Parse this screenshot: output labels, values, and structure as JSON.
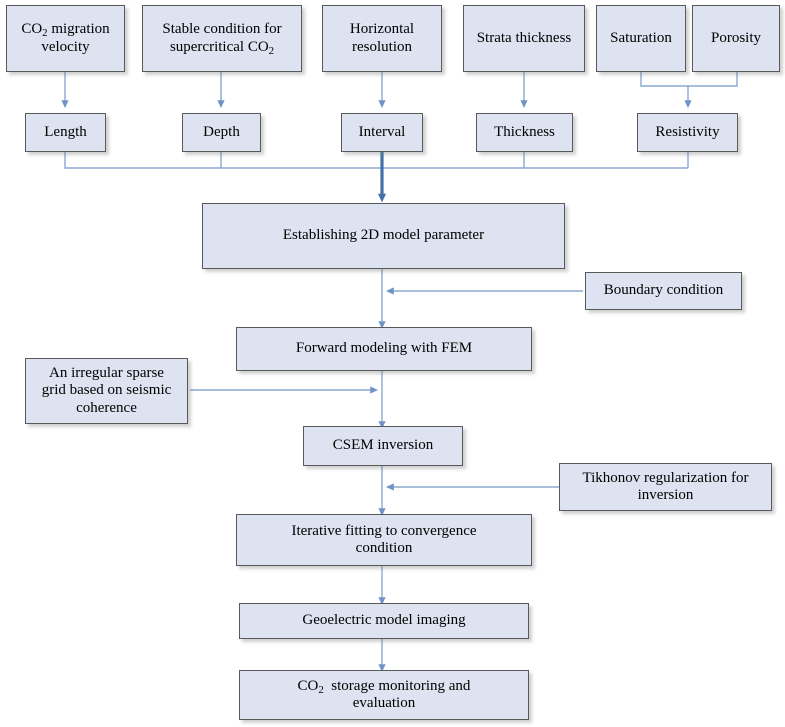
{
  "diagram": {
    "title": "CSEM CO2 storage monitoring workflow flowchart",
    "colors": {
      "node_fill": "#dde3f0",
      "node_border": "#595959",
      "arrow_main": "#4472a8",
      "arrow_thin": "#8aa8d0",
      "background": "#ffffff"
    },
    "inputs_row": [
      {
        "id": "co2-migration-velocity",
        "label": "CO2 migration\nvelocity",
        "html": "CO<sub>2</sub> migration<br>velocity"
      },
      {
        "id": "stable-condition-supercritical-co2",
        "label": "Stable condition for\nsupercritical CO2",
        "html": "Stable condition for<br>supercritical CO<sub>2</sub>"
      },
      {
        "id": "horizontal-resolution",
        "label": "Horizontal\nresolution",
        "html": "Horizontal<br>resolution"
      },
      {
        "id": "strata-thickness",
        "label": "Strata thickness",
        "html": "Strata thickness"
      },
      {
        "id": "saturation",
        "label": "Saturation",
        "html": "Saturation"
      },
      {
        "id": "porosity",
        "label": "Porosity",
        "html": "Porosity"
      }
    ],
    "params_row": [
      {
        "id": "length",
        "label": "Length",
        "html": "Length"
      },
      {
        "id": "depth",
        "label": "Depth",
        "html": "Depth"
      },
      {
        "id": "interval",
        "label": "Interval",
        "html": "Interval"
      },
      {
        "id": "thickness",
        "label": "Thickness",
        "html": "Thickness"
      },
      {
        "id": "resistivity",
        "label": "Resistivity",
        "html": "Resistivity"
      }
    ],
    "main_flow": [
      {
        "id": "establishing-2d-model-parameter",
        "label": "Establishing 2D model parameter",
        "html": "Establishing 2D model parameter"
      },
      {
        "id": "forward-modeling-with-fem",
        "label": "Forward modeling with FEM",
        "html": "Forward modeling with FEM"
      },
      {
        "id": "csem-inversion",
        "label": "CSEM inversion",
        "html": "CSEM inversion"
      },
      {
        "id": "iterative-fitting-to-convergence-condition",
        "label": "Iterative fitting to convergence\ncondition",
        "html": "Iterative fitting to convergence<br>condition"
      },
      {
        "id": "geoelectric-model-imaging",
        "label": "Geoelectric model imaging",
        "html": "Geoelectric model imaging"
      },
      {
        "id": "co2-storage-monitoring-and-evaluation",
        "label": "CO2  storage monitoring and\nevaluation",
        "html": "CO<sub>2</sub>&nbsp; storage monitoring and<br>evaluation"
      }
    ],
    "side_inputs": [
      {
        "id": "boundary-condition",
        "label": "Boundary condition",
        "html": "Boundary condition",
        "side": "right"
      },
      {
        "id": "irregular-sparse-grid",
        "label": "An irregular sparse\ngrid based on seismic\ncoherence",
        "html": "An irregular sparse<br>grid based on seismic<br>coherence",
        "side": "left"
      },
      {
        "id": "tikhonov-regularization",
        "label": "Tikhonov regularization for\ninversion",
        "html": "Tikhonov regularization for<br>inversion",
        "side": "right"
      }
    ]
  }
}
